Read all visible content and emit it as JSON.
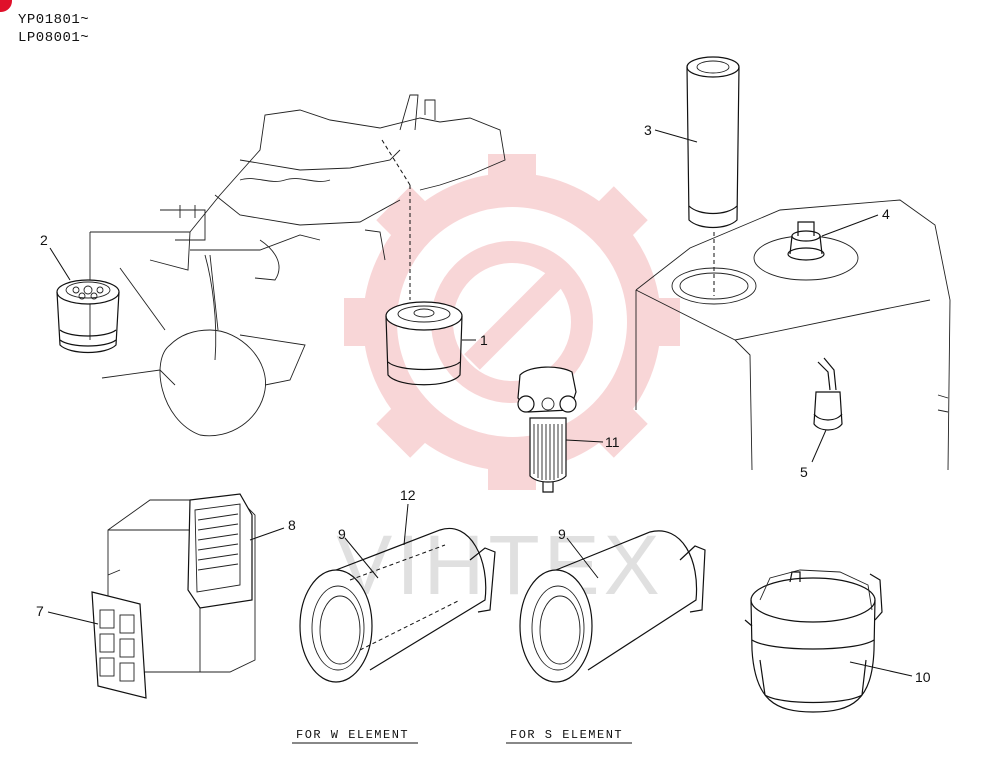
{
  "serials": [
    "YP01801~",
    "LP08001~"
  ],
  "watermark_text": "VIHTEX",
  "watermark_color": "#f4b5b8",
  "accent_color": "#e0102a",
  "parts": [
    {
      "id": "1",
      "label": "1"
    },
    {
      "id": "2",
      "label": "2"
    },
    {
      "id": "3",
      "label": "3"
    },
    {
      "id": "4",
      "label": "4"
    },
    {
      "id": "5",
      "label": "5"
    },
    {
      "id": "7",
      "label": "7"
    },
    {
      "id": "8",
      "label": "8"
    },
    {
      "id": "9a",
      "label": "9"
    },
    {
      "id": "9b",
      "label": "9"
    },
    {
      "id": "10",
      "label": "10"
    },
    {
      "id": "11",
      "label": "11"
    },
    {
      "id": "12",
      "label": "12"
    }
  ],
  "captions": {
    "w_element": "FOR W ELEMENT",
    "s_element": "FOR S ELEMENT"
  }
}
